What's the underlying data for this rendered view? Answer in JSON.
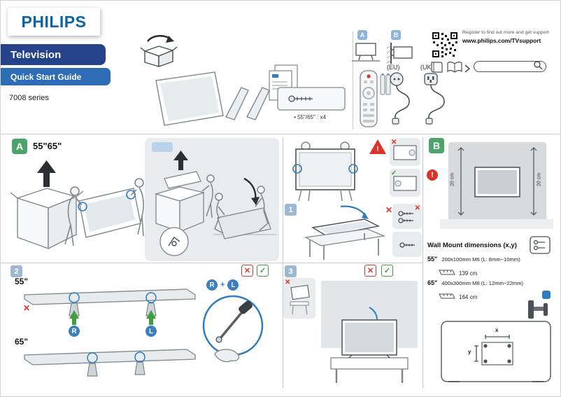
{
  "header": {
    "brand": "PHILIPS",
    "product": "Television",
    "guide_title": "Quick Start Guide",
    "series": "7008 series"
  },
  "box_contents": {
    "screws_note": "• 55\"/65\" : x4",
    "setup_a_label": "A",
    "setup_b_label": "B",
    "plug_eu": "(EU)",
    "plug_uk": "(UK)"
  },
  "support": {
    "register_line": "Register to find out more and get support",
    "url": "www.philips.com/TVsupport"
  },
  "marks": {
    "cross": "✕",
    "check": "✓",
    "warning": "!",
    "plus": "+"
  },
  "section_a": {
    "badge": "A",
    "sizes": "55\"65\"",
    "step1_badge": "1"
  },
  "section_b": {
    "badge": "B",
    "clearance": "20 cm",
    "wall_mount_title": "Wall Mount dimensions (x,y)",
    "specs": [
      {
        "size": "55\"",
        "vesa": "200x100mm M6 (L: 8mm~10mm)",
        "distance": "139 cm"
      },
      {
        "size": "65\"",
        "vesa": "400x300mm M8 (L: 12mm~22mm)",
        "distance": "164 cm"
      }
    ],
    "dim_x": "x",
    "dim_y": "y"
  },
  "step2": {
    "badge": "2",
    "size_55": "55\"",
    "size_65": "65\"",
    "leg_right": "R",
    "leg_left": "L"
  },
  "step3": {
    "badge": "3"
  },
  "colors": {
    "philips_blue": "#0b63a8",
    "banner_dark_blue": "#24418a",
    "banner_light_blue": "#2e6db6",
    "section_badge_green": "#4ba56b",
    "step_badge_blue": "#9fb8d2",
    "accent_blue": "#2f7dc0",
    "warning_red": "#d9342b",
    "ok_green": "#3f9e3f"
  }
}
